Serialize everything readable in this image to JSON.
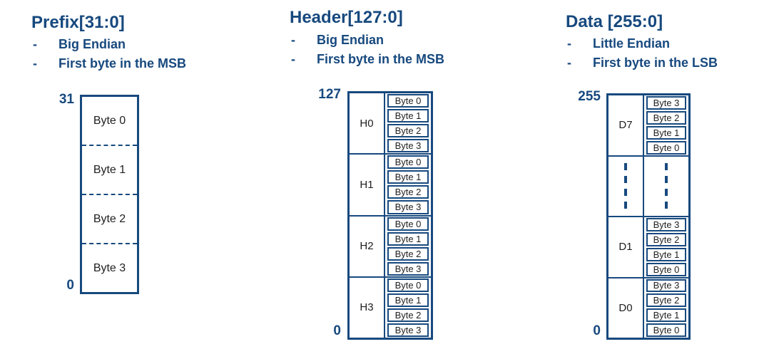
{
  "colors": {
    "accent_navy": "#17497E",
    "byte_text": "#1F1F1F",
    "background": "#FFFFFF"
  },
  "prefix": {
    "title": "Prefix[31:0]",
    "marker": "-",
    "bullets": [
      "Big Endian",
      "First byte in the MSB"
    ],
    "top_label": "31",
    "bottom_label": "0",
    "bytes": [
      "Byte 0",
      "Byte 1",
      "Byte 2",
      "Byte 3"
    ]
  },
  "header": {
    "title": "Header[127:0]",
    "marker": "-",
    "bullets": [
      "Big Endian",
      "First byte in the MSB"
    ],
    "top_label": "127",
    "bottom_label": "0",
    "groups": [
      {
        "label": "H0",
        "bytes": [
          "Byte 0",
          "Byte 1",
          "Byte 2",
          "Byte 3"
        ]
      },
      {
        "label": "H1",
        "bytes": [
          "Byte 0",
          "Byte 1",
          "Byte 2",
          "Byte 3"
        ]
      },
      {
        "label": "H2",
        "bytes": [
          "Byte 0",
          "Byte 1",
          "Byte 2",
          "Byte 3"
        ]
      },
      {
        "label": "H3",
        "bytes": [
          "Byte 0",
          "Byte 1",
          "Byte 2",
          "Byte 3"
        ]
      }
    ]
  },
  "data": {
    "title": "Data [255:0]",
    "marker": "-",
    "bullets": [
      "Little Endian",
      "First byte in the LSB"
    ],
    "top_label": "255",
    "bottom_label": "0",
    "groups": [
      {
        "label": "D7",
        "bytes": [
          "Byte 3",
          "Byte 2",
          "Byte 1",
          "Byte 0"
        ]
      },
      {
        "label": "D1",
        "bytes": [
          "Byte 3",
          "Byte 2",
          "Byte 1",
          "Byte 0"
        ]
      },
      {
        "label": "D0",
        "bytes": [
          "Byte 3",
          "Byte 2",
          "Byte 1",
          "Byte 0"
        ]
      }
    ]
  }
}
